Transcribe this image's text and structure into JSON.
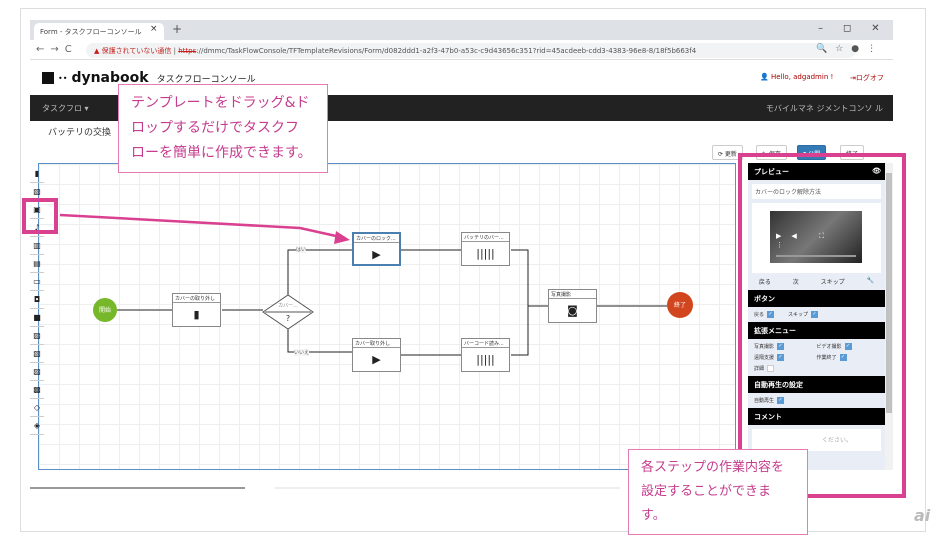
{
  "browser": {
    "tab_title": "Form - タスクフローコンソール",
    "tab_close": "×",
    "new_tab": "+",
    "window_controls": "–◻✕",
    "nav": "←→C",
    "security_warning": "▲ 保護されていない通信",
    "url_scheme": "https",
    "url_rest": "://dmmc/TaskFlowConsole/TFTemplateRevisions/Form/d082ddd1-a2f3-47b0-a53c-c9d43656c351?rid=45acdeeb-cdd3-4383-96e8-8/18f5b663f4",
    "omni_icons": "🔍☆●⋮"
  },
  "app": {
    "brand": "dynabook",
    "dots": "••",
    "product": "タスクフローコンソール",
    "hello": "Hello, adgadmin !",
    "logout": "ログオフ",
    "nav_left": "タスクフロ ▾",
    "nav_right": "モバイルマネ ジメントコンソ ル",
    "page_title": "バッテリの交換"
  },
  "buttons": {
    "refresh": "⟳ 更新",
    "save": "✎ 保存",
    "publish": "▮ 公開",
    "exit": "終了"
  },
  "toolbar": [
    "▮",
    "▧",
    "▣",
    "♪",
    "▥",
    "▤",
    "▭",
    "◘",
    "■",
    "▨",
    "▧",
    "▨",
    "▩",
    "◇",
    "◈"
  ],
  "flow": {
    "start": "開始",
    "end": "終了",
    "task1": "カバーの取り外し",
    "decision": "カバー...",
    "decision_mark": "?",
    "yes": "はい",
    "no": "いいえ",
    "a": "カバーのロック...",
    "b": "バッテリのバー...",
    "c": "カバー取り外し",
    "d": "バーコード読み...",
    "e": "写真撮影",
    "icons": {
      "doc": "▮",
      "video": "▶",
      "barcode": "|||||",
      "camera": "◙"
    }
  },
  "panel": {
    "preview": "プレビュー",
    "eye": "👁",
    "step_title": "カバーのロック解除方法",
    "nav_back": "戻る",
    "nav_next": "次",
    "nav_skip": "スキップ",
    "wrench": "🔧",
    "buttons_head": "ボタン",
    "btn_back": "戻る",
    "btn_skip": "スキップ",
    "ext_head": "拡張メニュー",
    "ext": [
      {
        "label": "写真撮影",
        "checked": true
      },
      {
        "label": "ビデオ撮影",
        "checked": true
      },
      {
        "label": "遠隔支援",
        "checked": true
      },
      {
        "label": "作業終了",
        "checked": true
      },
      {
        "label": "詳細",
        "checked": false
      }
    ],
    "auto_head": "自動再生の設定",
    "auto": "自動再生",
    "comment_head": "コメント",
    "comment_placeholder": "ください。"
  },
  "callouts": {
    "top": [
      "テンプレートをドラッグ&ド",
      "ロップするだけでタスクフ",
      "ローを簡単に作成できます。"
    ],
    "bottom": [
      "各ステップの作業内容を",
      "設定することができます。"
    ]
  },
  "watermark": "ai"
}
